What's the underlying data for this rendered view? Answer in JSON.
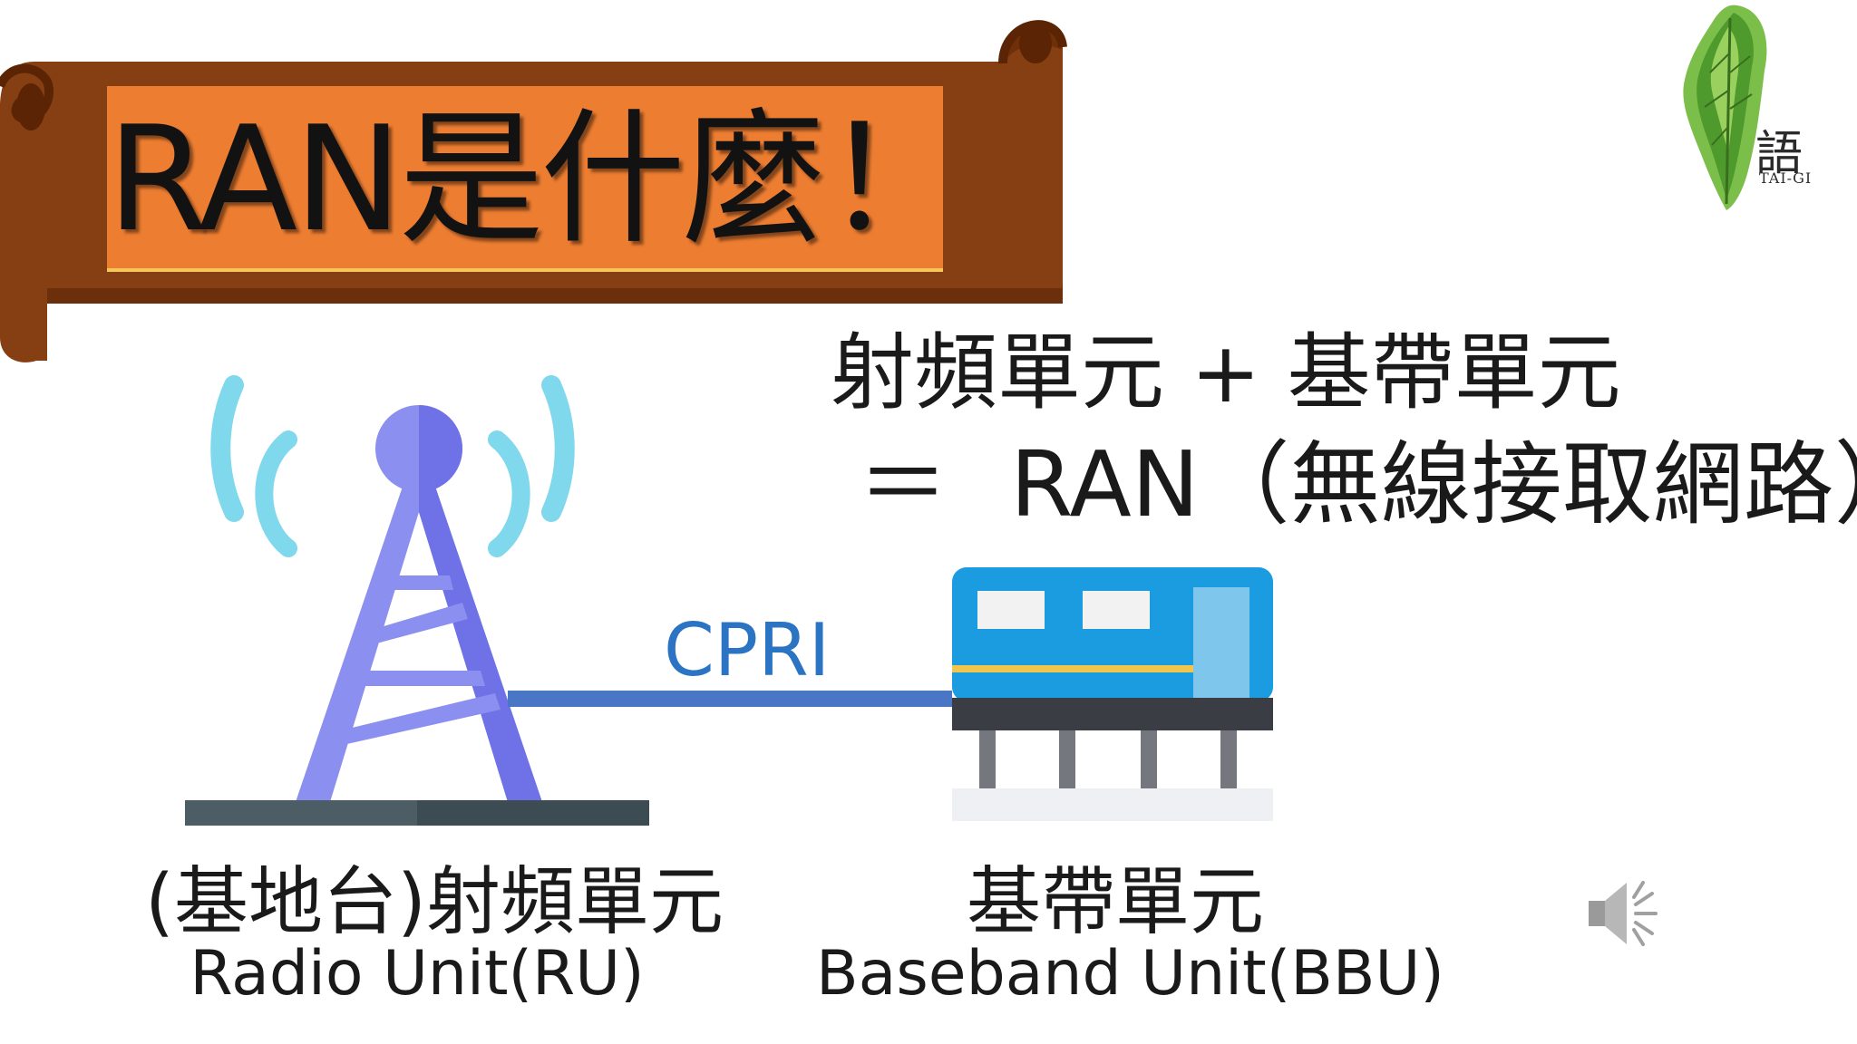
{
  "title": {
    "text": "RAN是什麼！"
  },
  "formula": {
    "line1": "射頻單元 + 基帶單元",
    "equals": "＝",
    "result": "RAN（無線接取網路）"
  },
  "link": {
    "label": "CPRI"
  },
  "radio_unit": {
    "label_cn": "(基地台)射頻單元",
    "label_en": "Radio Unit(RU)"
  },
  "baseband_unit": {
    "label_cn": "基帶單元",
    "label_en": "Baseband Unit(BBU)"
  },
  "logo": {
    "char": "語",
    "sub": "TAI-GI"
  },
  "icons": {
    "tower": "radio-tower-icon",
    "bbu": "baseband-unit-icon",
    "audio": "speaker-icon"
  },
  "colors": {
    "scroll_brown": "#7f3a0e",
    "title_orange": "#ed7d31",
    "tower_purple": "#8b8ff0",
    "signal_cyan": "#7fd8ec",
    "link_blue": "#4a76c6",
    "bbu_blue": "#1b9be0",
    "cpri_text": "#2b73c3"
  }
}
